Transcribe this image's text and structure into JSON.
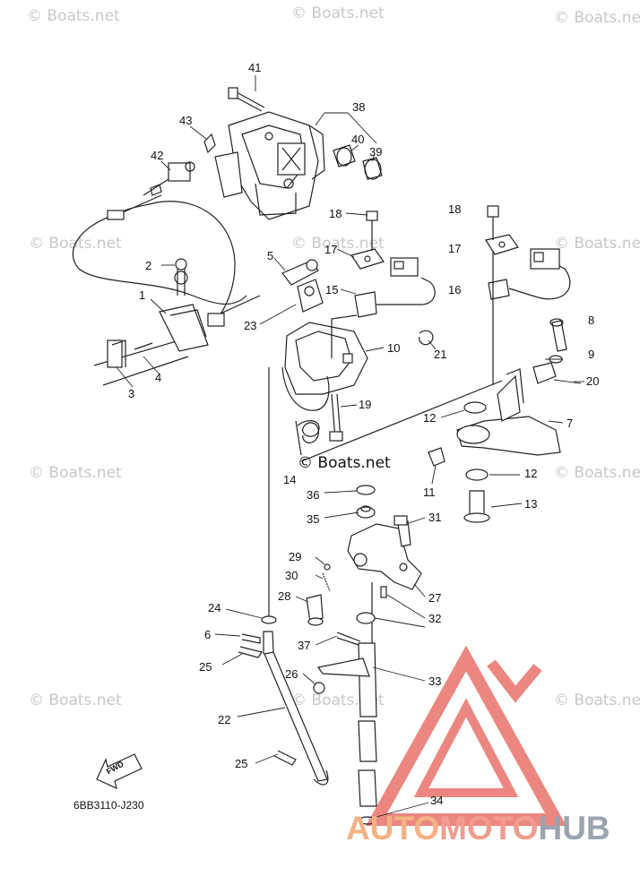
{
  "watermark_text": "© Boats.net",
  "center_mark_text": "© Boats.net",
  "diagram_code": "6BB3110-J230",
  "fwd_label": "FWD",
  "brand": {
    "part1": "AUTO",
    "part2": "MOTO",
    "part3": "HUB"
  },
  "colors": {
    "line": "#222222",
    "watermark": "#c8c8c8",
    "logo_red": "#e8736a",
    "logo_orange": "#f4b183",
    "logo_gray": "#9aa3b0"
  },
  "callouts": [
    "41",
    "38",
    "40",
    "39",
    "43",
    "42",
    "18",
    "17",
    "15",
    "16",
    "2",
    "5",
    "1",
    "23",
    "10",
    "21",
    "3",
    "4",
    "19",
    "12",
    "11",
    "7",
    "14",
    "36",
    "35",
    "31",
    "29",
    "30",
    "28",
    "27",
    "32",
    "24",
    "6",
    "37",
    "25",
    "26",
    "33",
    "22",
    "34",
    "13",
    "8",
    "9",
    "20"
  ]
}
